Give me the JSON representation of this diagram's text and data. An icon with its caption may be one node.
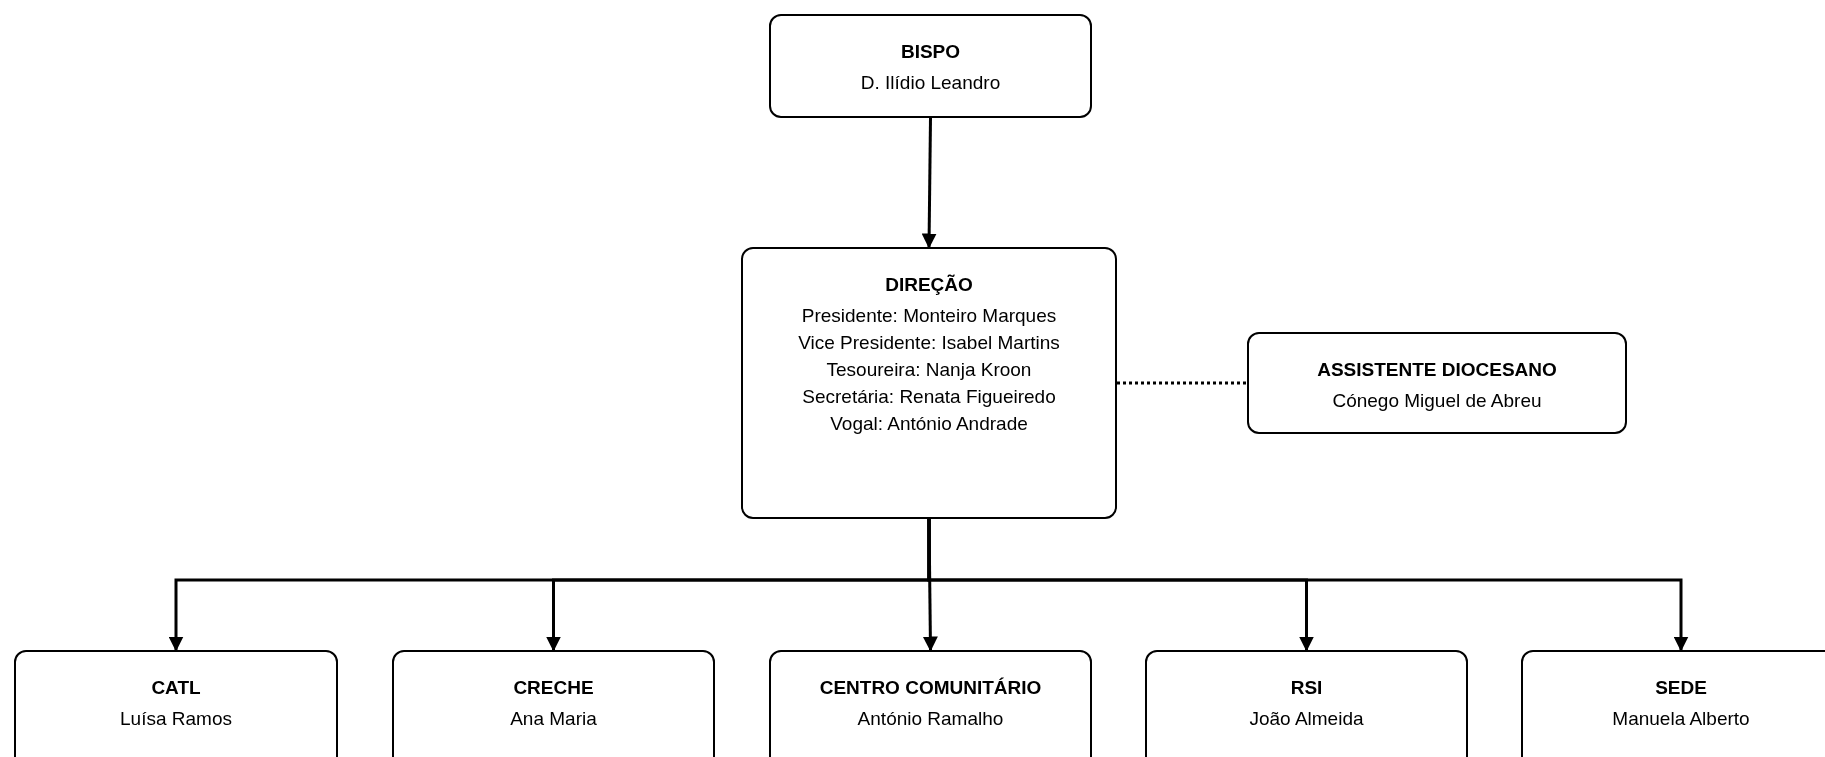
{
  "diagram": {
    "nodes": [
      {
        "text": [
          "BISPO",
          "D. Ilídio Leandro"
        ]
      },
      {
        "text": [
          "DIREÇÃO",
          "Presidente: Monteiro Marques",
          "Vice Presidente: Isabel Martins",
          "Tesoureira: Nanja Kroon",
          "Secretária: Renata Figueiredo",
          "Vogal: António Andrade"
        ]
      },
      {
        "text": [
          "ASSISTENTE DIOCESANO",
          "Cónego Miguel de Abreu"
        ]
      },
      {
        "text": [
          "CATL",
          "Luísa Ramos"
        ]
      },
      {
        "text": [
          "CRECHE",
          "Ana Maria"
        ]
      },
      {
        "text": [
          "CENTRO COMUNITÁRIO",
          "António Ramalho"
        ]
      },
      {
        "text": [
          "RSI",
          "João Almeida"
        ]
      },
      {
        "text": [
          "SEDE",
          "Manuela Alberto"
        ]
      }
    ],
    "edges": [
      {
        "from": 0,
        "to": 1,
        "arrow": "to"
      },
      {
        "from": 1,
        "to": 2,
        "arrow": "none",
        "style": "dashed"
      },
      {
        "from": 1,
        "to": 3,
        "arrow": "to"
      },
      {
        "from": 1,
        "to": 4,
        "arrow": "to"
      },
      {
        "from": 1,
        "to": 5,
        "arrow": "to"
      },
      {
        "from": 1,
        "to": 6,
        "arrow": "to"
      },
      {
        "from": 1,
        "to": 7,
        "arrow": "to"
      }
    ]
  }
}
